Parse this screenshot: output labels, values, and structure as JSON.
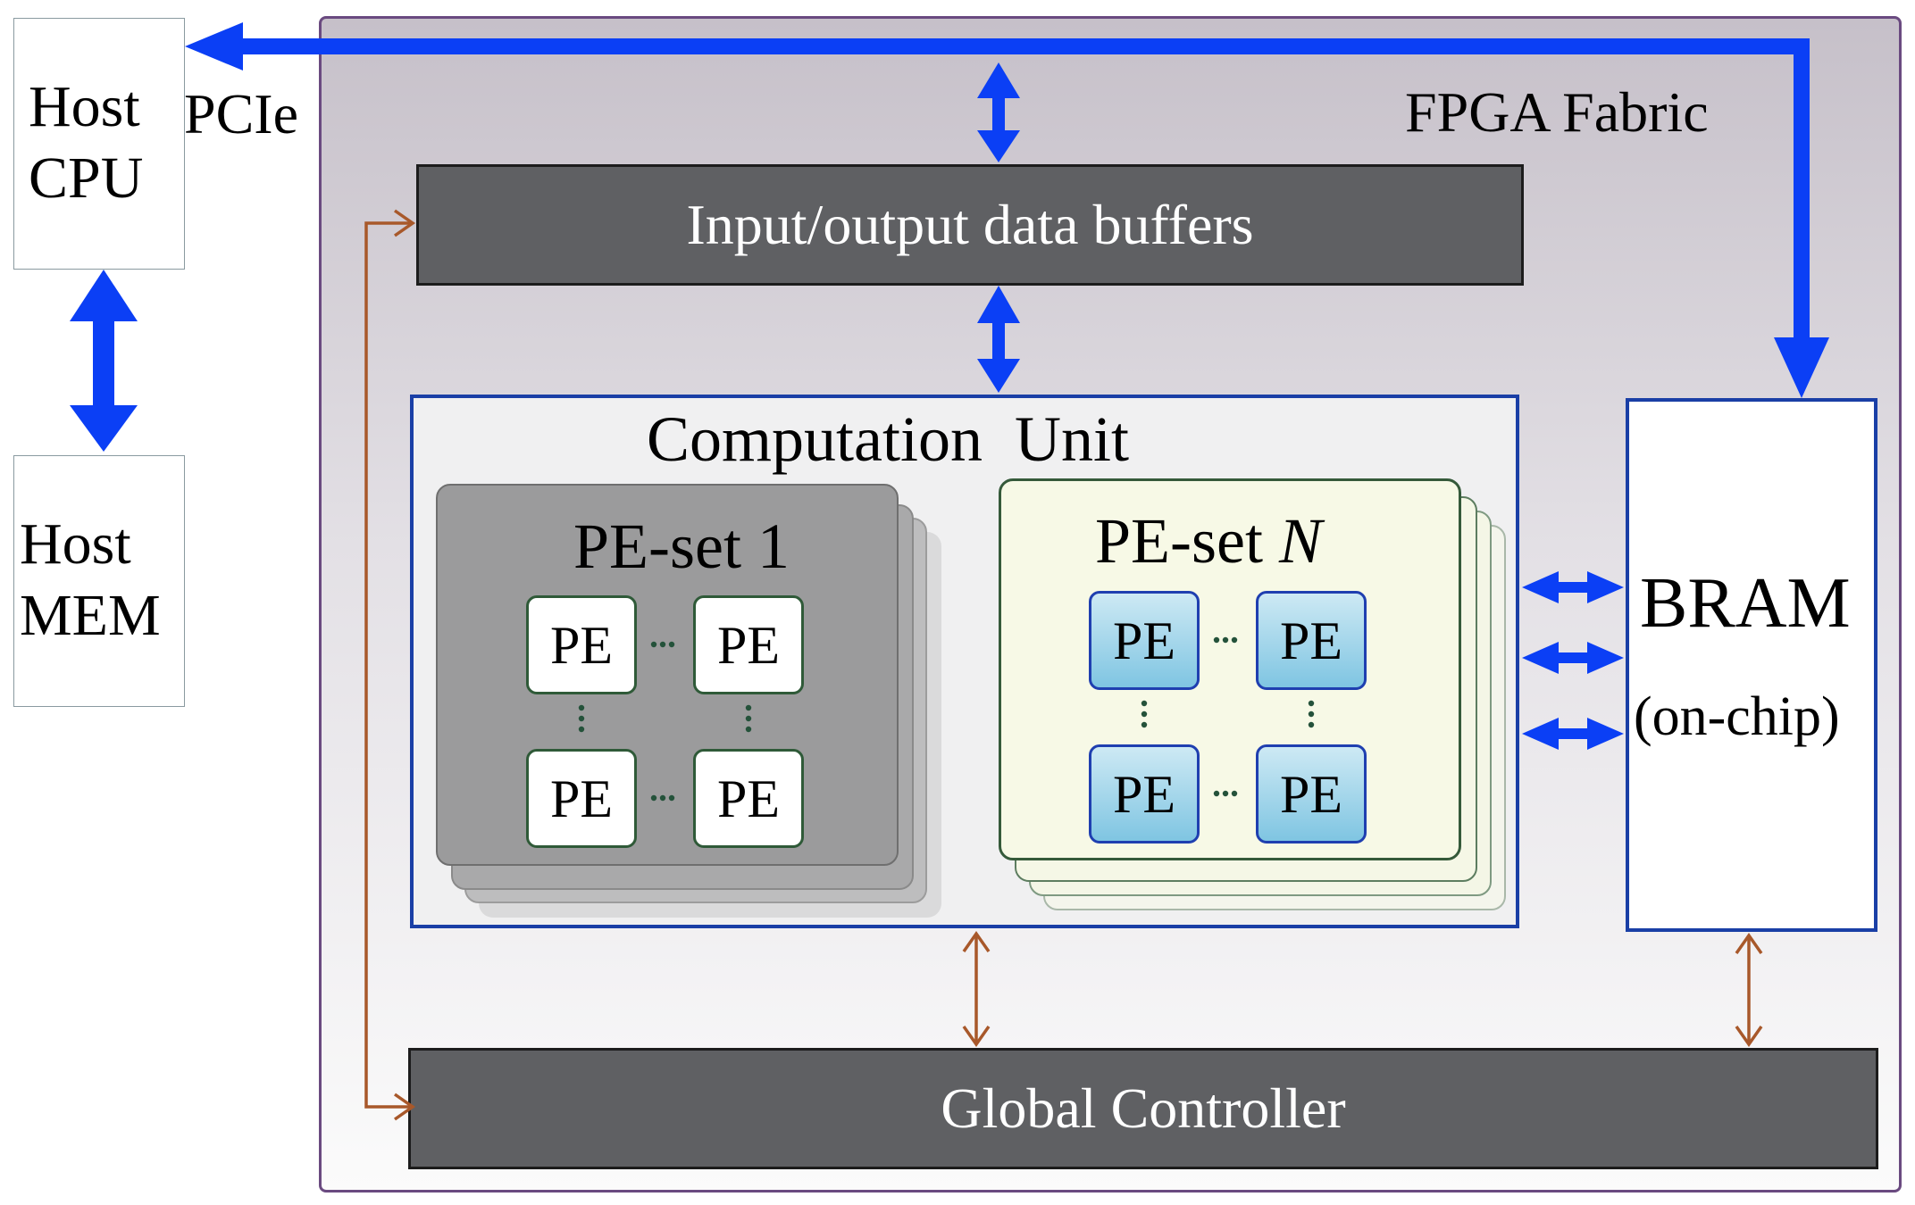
{
  "host": {
    "cpu_line1": "Host",
    "cpu_line2": "CPU",
    "mem_line1": "Host",
    "mem_line2": "MEM",
    "link_label": "PCIe"
  },
  "fabric": {
    "label": "FPGA Fabric"
  },
  "io_buffers": {
    "label": "Input/output data buffers"
  },
  "computation_unit": {
    "title": "Computation  Unit",
    "pe_set_1": {
      "label": "PE-set 1",
      "pe_label": "PE"
    },
    "pe_set_n": {
      "label_prefix": "PE-set ",
      "label_var": "N",
      "pe_label": "PE"
    }
  },
  "bram": {
    "line1": "BRAM",
    "line2": "(on-chip)"
  },
  "global_controller": {
    "label": "Global Controller"
  },
  "colors": {
    "data_arrow": "#0b3ff5",
    "control_arrow": "#a8582a",
    "dark_block": "#5f6063",
    "border_blue": "#1a3fa6",
    "pe_set_n_fill": "#f7f9e6"
  }
}
